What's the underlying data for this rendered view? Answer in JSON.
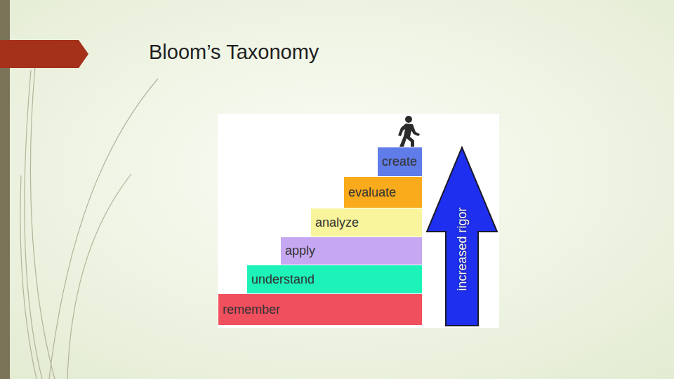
{
  "diagram": {
    "title": "Bloom’s Taxonomy",
    "nodes": [
      {
        "text": [
          "create"
        ]
      },
      {
        "text": [
          "evaluate"
        ]
      },
      {
        "text": [
          "analyze"
        ]
      },
      {
        "text": [
          "apply"
        ]
      },
      {
        "text": [
          "understand"
        ]
      },
      {
        "text": [
          "remember"
        ]
      },
      {
        "text": [
          "increased rigor"
        ]
      }
    ]
  }
}
